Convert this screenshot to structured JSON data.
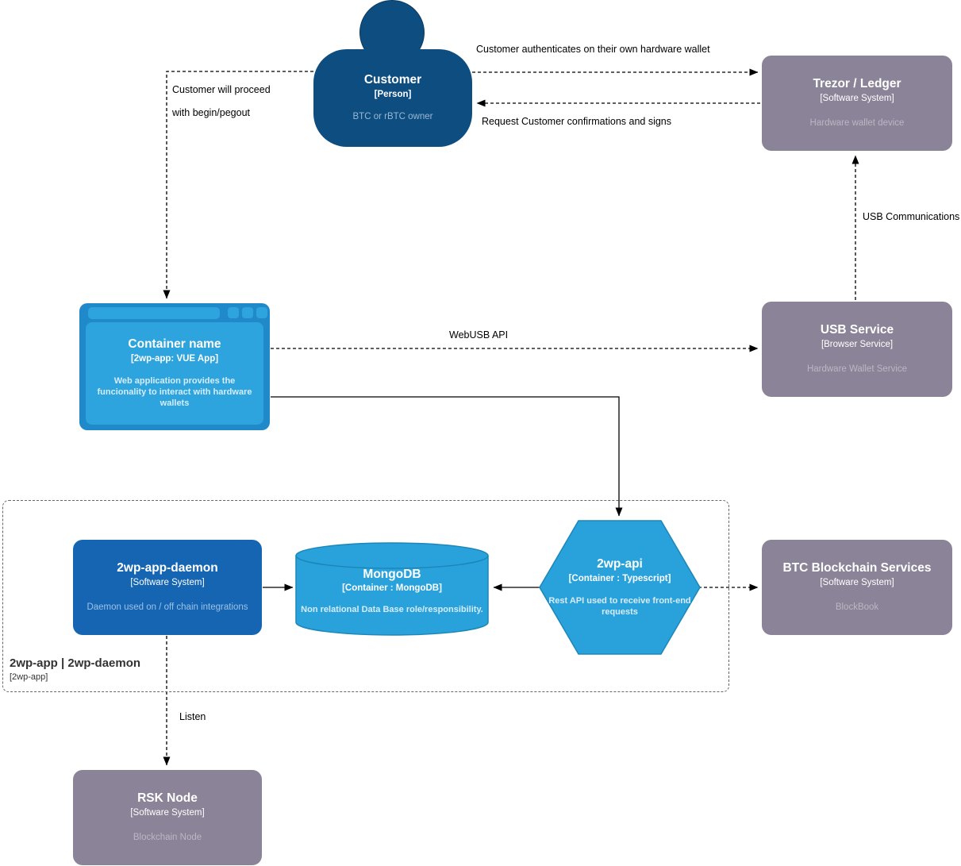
{
  "nodes": {
    "customer": {
      "title": "Customer",
      "subtitle": "[Person]",
      "description": "BTC or rBTC owner"
    },
    "trezor": {
      "title": "Trezor / Ledger",
      "subtitle": "[Software System]",
      "description": "Hardware wallet device"
    },
    "webapp": {
      "title": "Container name",
      "subtitle": "[2wp-app: VUE App]",
      "description": "Web application provides the funcionality to interact with hardware wallets"
    },
    "usb_service": {
      "title": "USB Service",
      "subtitle": "[Browser Service]",
      "description": "Hardware Wallet Service"
    },
    "daemon": {
      "title": "2wp-app-daemon",
      "subtitle": "[Software System]",
      "description": "Daemon used on / off chain integrations"
    },
    "mongodb": {
      "title": "MongoDB",
      "subtitle": "[Container : MongoDB]",
      "description": "Non relational Data Base role/responsibility."
    },
    "api": {
      "title": "2wp-api",
      "subtitle": "[Container : Typescript]",
      "description": "Rest API used to receive front-end requests"
    },
    "btc": {
      "title": "BTC Blockchain Services",
      "subtitle": "[Software System]",
      "description": "BlockBook"
    },
    "rsk": {
      "title": "RSK Node",
      "subtitle": "[Software System]",
      "description": "Blockchain Node"
    }
  },
  "boundary": {
    "title": "2wp-app | 2wp-daemon",
    "subtitle": "[2wp-app]"
  },
  "edge_labels": {
    "auth": "Customer authenticates on their own hardware wallet",
    "confirm": "Request Customer confirmations and signs",
    "proceed_lines": [
      "Customer will proceed",
      "with begin/pegout"
    ],
    "webusb": "WebUSB API",
    "usb_comm": "USB Communications",
    "listen": "Listen"
  },
  "colors": {
    "person-fill": "#0d4d80",
    "person-desc": "#9ab8d4",
    "system-fill": "#8b8397",
    "system-desc": "#bcb6c4",
    "daemon-fill": "#1565b2",
    "daemon-desc": "#9cc1e8",
    "container-frame": "#2089ca",
    "container-fill": "#2ea4de",
    "lightblue-fill": "#29a2dc",
    "lightblue-border": "#1b86b8",
    "lightblue-desc": "#d6ecf9",
    "edge": "#000000",
    "boundary-border": "#666666",
    "boundary-text": "#333333",
    "label-text": "#000000"
  }
}
